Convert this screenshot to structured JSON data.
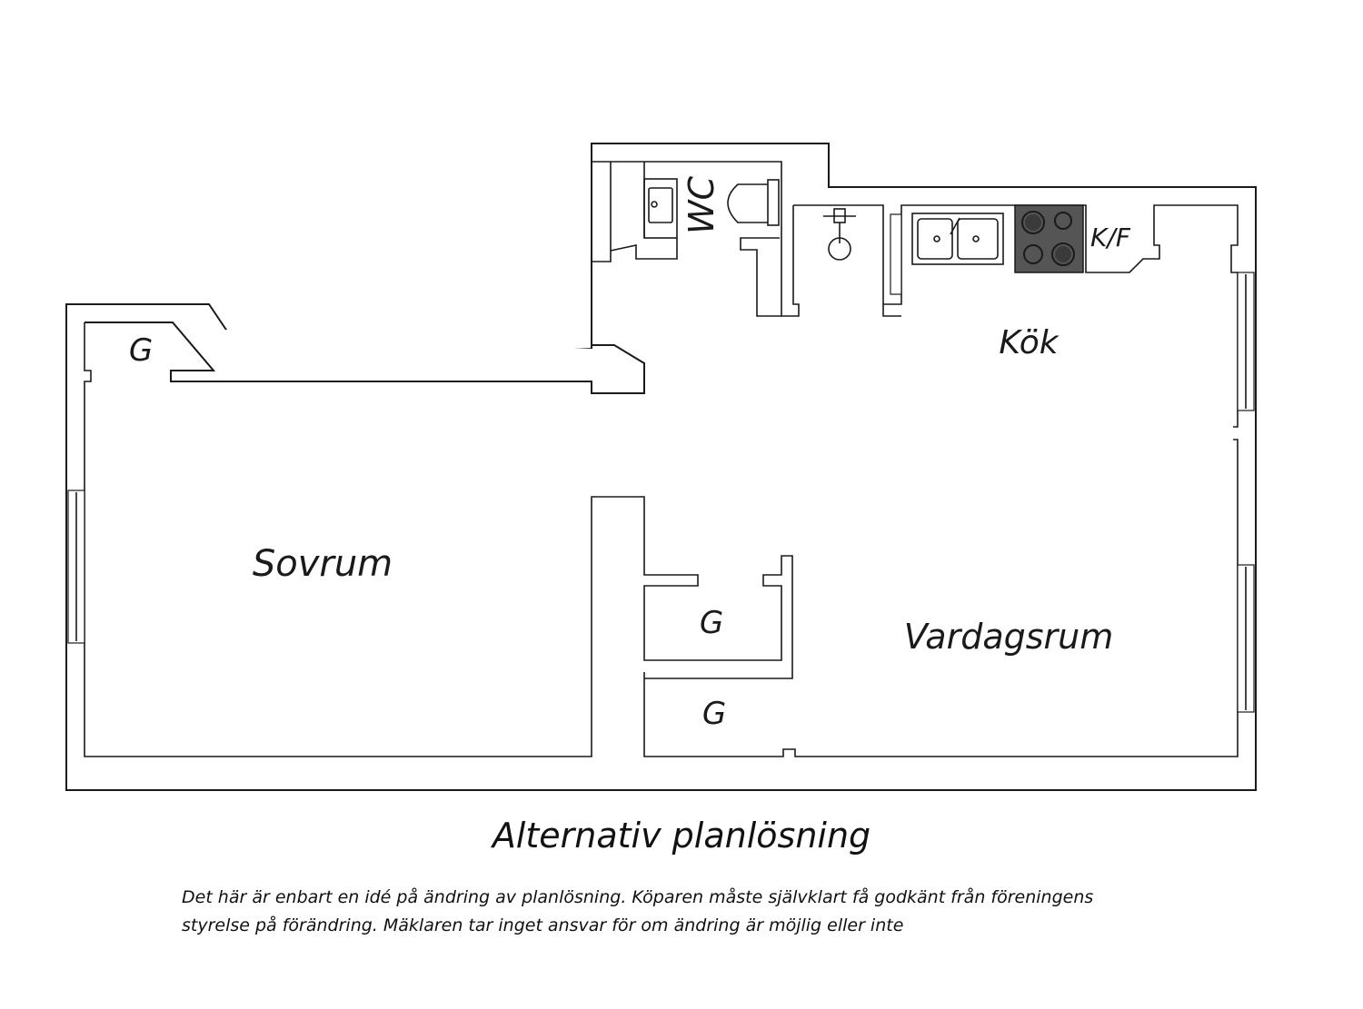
{
  "plan": {
    "rooms": {
      "sovrum": "Sovrum",
      "kok": "Kök",
      "vardagsrum": "Vardagsrum",
      "wc": "WC",
      "kf": "K/F",
      "g_hall": "G",
      "g_closet_1": "G",
      "g_closet_2": "G"
    }
  },
  "caption": {
    "title": "Alternativ planlösning",
    "disclaimer_line1": "Det här är enbart en idé på ändring av planlösning. Köparen måste självklart få godkänt från föreningens",
    "disclaimer_line2": "styrelse på förändring. Mäklaren tar inget ansvar för om ändring är möjlig eller inte"
  },
  "colors": {
    "line": "#1a1a1a",
    "stove": "#555555"
  }
}
